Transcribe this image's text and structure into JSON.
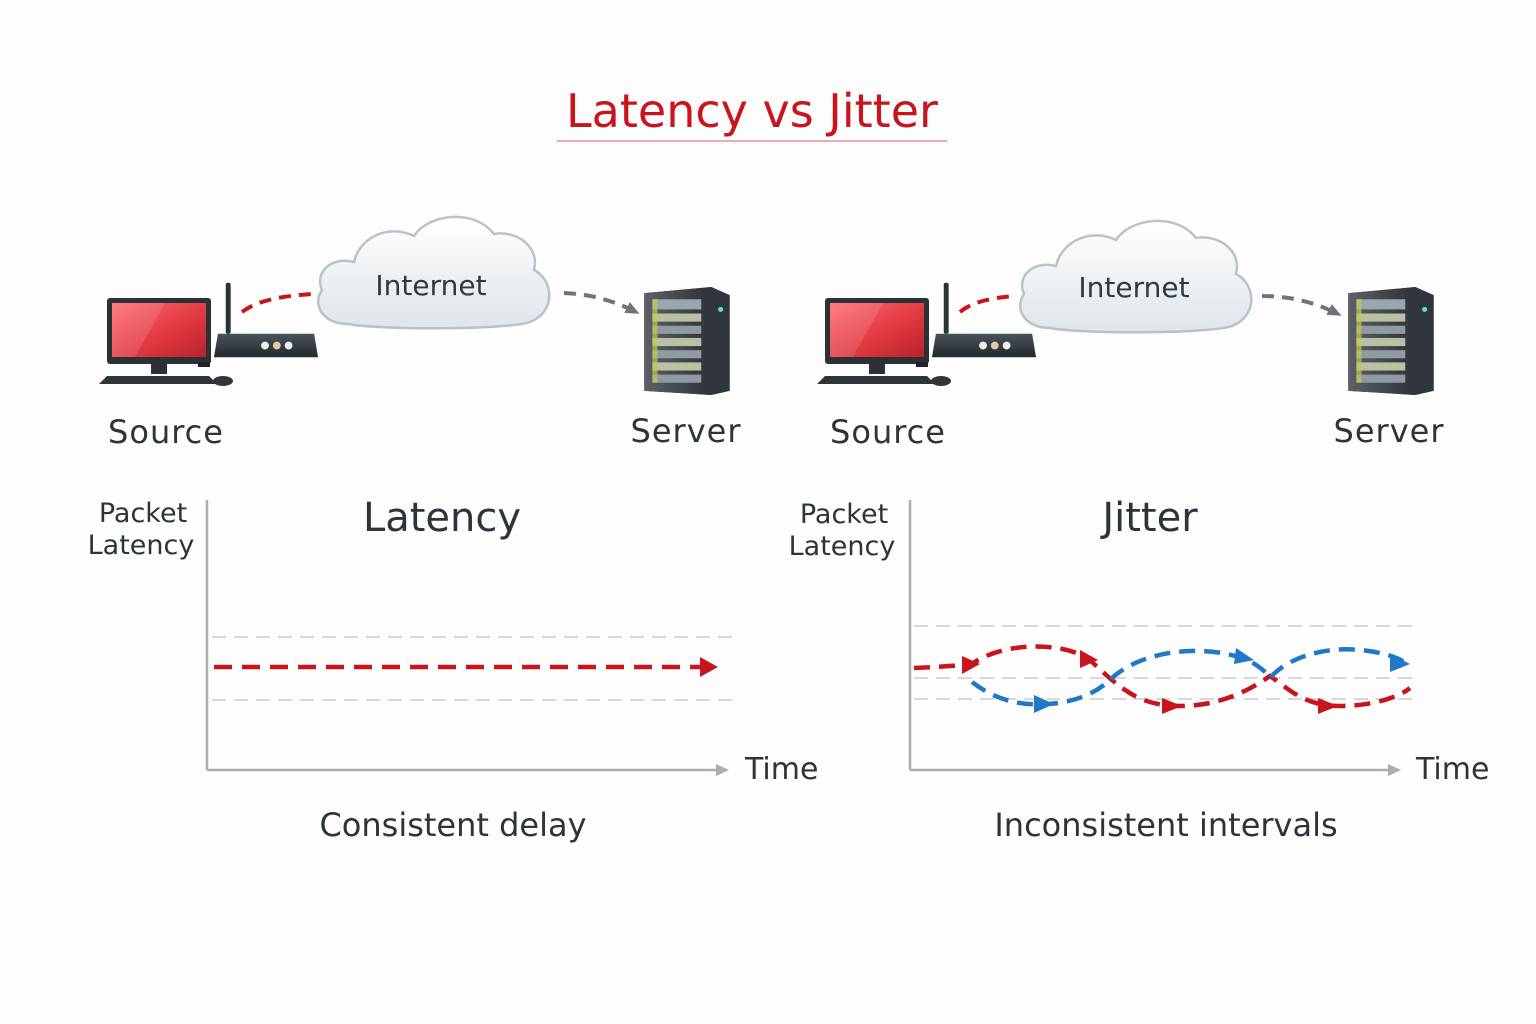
{
  "title": "Latency vs Jitter",
  "colors": {
    "accent_red": "#c8141c",
    "flow_blue": "#1f78c8",
    "text_dark": "#2b3438",
    "monitor_red": "#e23a42"
  },
  "panels": [
    {
      "cloud_label": "Internet",
      "source_label": "Source",
      "server_label": "Server",
      "chart_title": "Latency",
      "y_axis_label_line1": "Packet",
      "y_axis_label_line2": "Latency",
      "x_axis_label": "Time",
      "caption": "Consistent delay"
    },
    {
      "cloud_label": "Internet",
      "source_label": "Source",
      "server_label": "Server",
      "chart_title": "Jitter",
      "y_axis_label_line1": "Packet",
      "y_axis_label_line2": "Latency",
      "x_axis_label": "Time",
      "caption": "Inconsistent intervals"
    }
  ],
  "icons": [
    "desktop-computer-icon",
    "router-icon",
    "cloud-icon",
    "server-tower-icon",
    "arrow-icon"
  ]
}
